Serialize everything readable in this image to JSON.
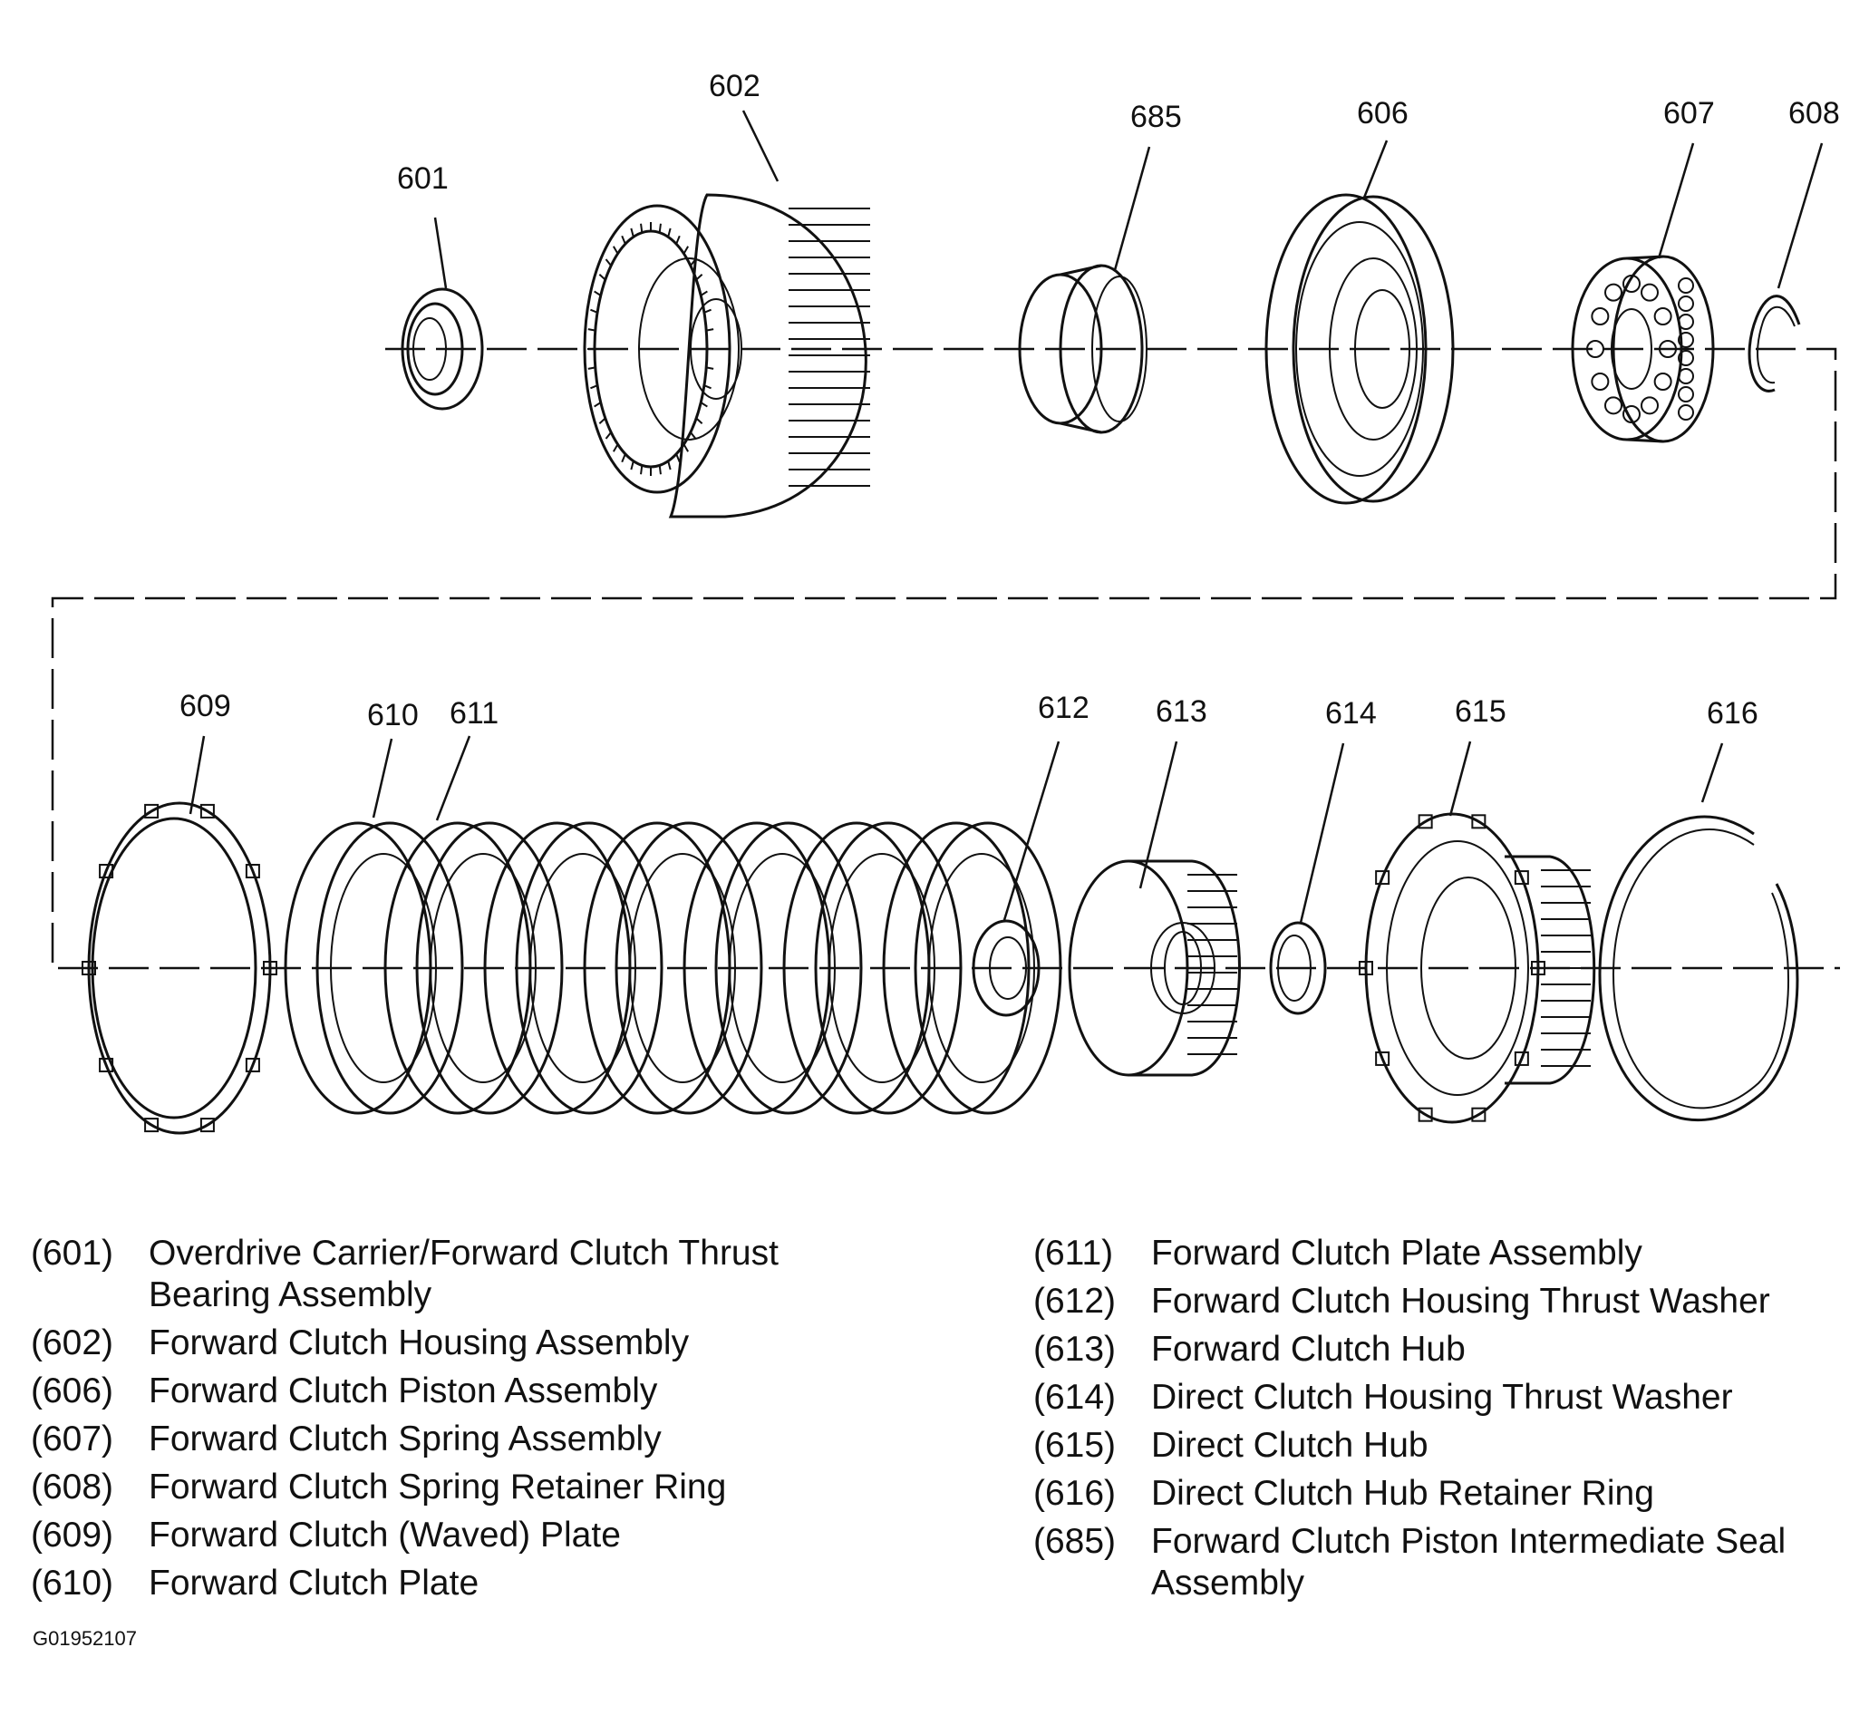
{
  "figure_code": "G01952107",
  "callouts": {
    "c601": "601",
    "c602": "602",
    "c685": "685",
    "c606": "606",
    "c607": "607",
    "c608": "608",
    "c609": "609",
    "c610": "610",
    "c611": "611",
    "c612": "612",
    "c613": "613",
    "c614": "614",
    "c615": "615",
    "c616": "616"
  },
  "legend": {
    "left": [
      {
        "num": "(601)",
        "desc": "Overdrive Carrier/Forward Clutch Thrust Bearing Assembly"
      },
      {
        "num": "(602)",
        "desc": "Forward Clutch Housing Assembly"
      },
      {
        "num": "(606)",
        "desc": "Forward Clutch Piston Assembly"
      },
      {
        "num": "(607)",
        "desc": "Forward Clutch Spring Assembly"
      },
      {
        "num": "(608)",
        "desc": "Forward Clutch Spring Retainer Ring"
      },
      {
        "num": "(609)",
        "desc": "Forward Clutch (Waved) Plate"
      },
      {
        "num": "(610)",
        "desc": "Forward Clutch Plate"
      }
    ],
    "right": [
      {
        "num": "(611)",
        "desc": "Forward Clutch Plate Assembly"
      },
      {
        "num": "(612)",
        "desc": "Forward Clutch Housing Thrust Washer"
      },
      {
        "num": "(613)",
        "desc": "Forward Clutch Hub"
      },
      {
        "num": "(614)",
        "desc": "Direct Clutch Housing Thrust Washer"
      },
      {
        "num": "(615)",
        "desc": "Direct Clutch Hub"
      },
      {
        "num": "(616)",
        "desc": "Direct Clutch Hub Retainer Ring"
      },
      {
        "num": "(685)",
        "desc": "Forward Clutch Piston Intermediate Seal Assembly"
      }
    ]
  }
}
